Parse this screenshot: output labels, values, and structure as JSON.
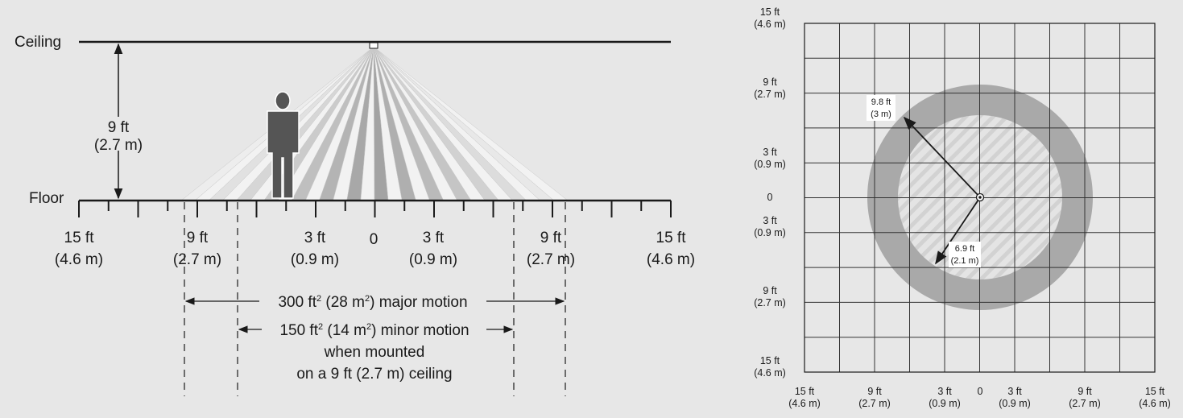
{
  "side_view": {
    "ceiling_label": "Ceiling",
    "floor_label": "Floor",
    "height_ft": "9 ft",
    "height_m": "(2.7 m)",
    "ticks": [
      {
        "ft": "15 ft",
        "m": "(4.6 m)"
      },
      {
        "ft": "9 ft",
        "m": "(2.7 m)"
      },
      {
        "ft": "3 ft",
        "m": "(0.9 m)"
      },
      {
        "ft": "0",
        "m": ""
      },
      {
        "ft": "3 ft",
        "m": "(0.9 m)"
      },
      {
        "ft": "9 ft",
        "m": "(2.7 m)"
      },
      {
        "ft": "15 ft",
        "m": "(4.6 m)"
      }
    ],
    "major": {
      "a": "300 ft",
      "sup1": "2",
      "b": " (28 m",
      "sup2": "2",
      "c": ") major motion"
    },
    "minor": {
      "a": "150 ft",
      "sup1": "2",
      "b": " (14 m",
      "sup2": "2",
      "c": ") minor motion"
    },
    "note_line1": "when mounted",
    "note_line2": "on a 9 ft (2.7 m) ceiling"
  },
  "top_view": {
    "y_labels": [
      {
        "ft": "15 ft",
        "m": "(4.6 m)"
      },
      {
        "ft": "9 ft",
        "m": "(2.7 m)"
      },
      {
        "ft": "3 ft",
        "m": "(0.9 m)"
      },
      {
        "ft": "0",
        "m": ""
      },
      {
        "ft": "3 ft",
        "m": "(0.9 m)"
      },
      {
        "ft": "9 ft",
        "m": "(2.7 m)"
      },
      {
        "ft": "15 ft",
        "m": "(4.6 m)"
      }
    ],
    "x_labels": [
      {
        "ft": "15 ft",
        "m": "(4.6 m)"
      },
      {
        "ft": "9 ft",
        "m": "(2.7 m)"
      },
      {
        "ft": "3 ft",
        "m": "(0.9 m)"
      },
      {
        "ft": "0",
        "m": ""
      },
      {
        "ft": "3 ft",
        "m": "(0.9 m)"
      },
      {
        "ft": "9 ft",
        "m": "(2.7 m)"
      },
      {
        "ft": "15 ft",
        "m": "(4.6 m)"
      }
    ],
    "outer_radius": {
      "ft": "9.8 ft",
      "m": "(3 m)"
    },
    "inner_radius": {
      "ft": "6.9 ft",
      "m": "(2.1 m)"
    }
  },
  "colors": {
    "background": "#e7e7e7",
    "major_ring": "#a9a9a9",
    "minor_zone": "#e4e4e4",
    "figure": "#555555",
    "line": "#1a1a1a"
  }
}
